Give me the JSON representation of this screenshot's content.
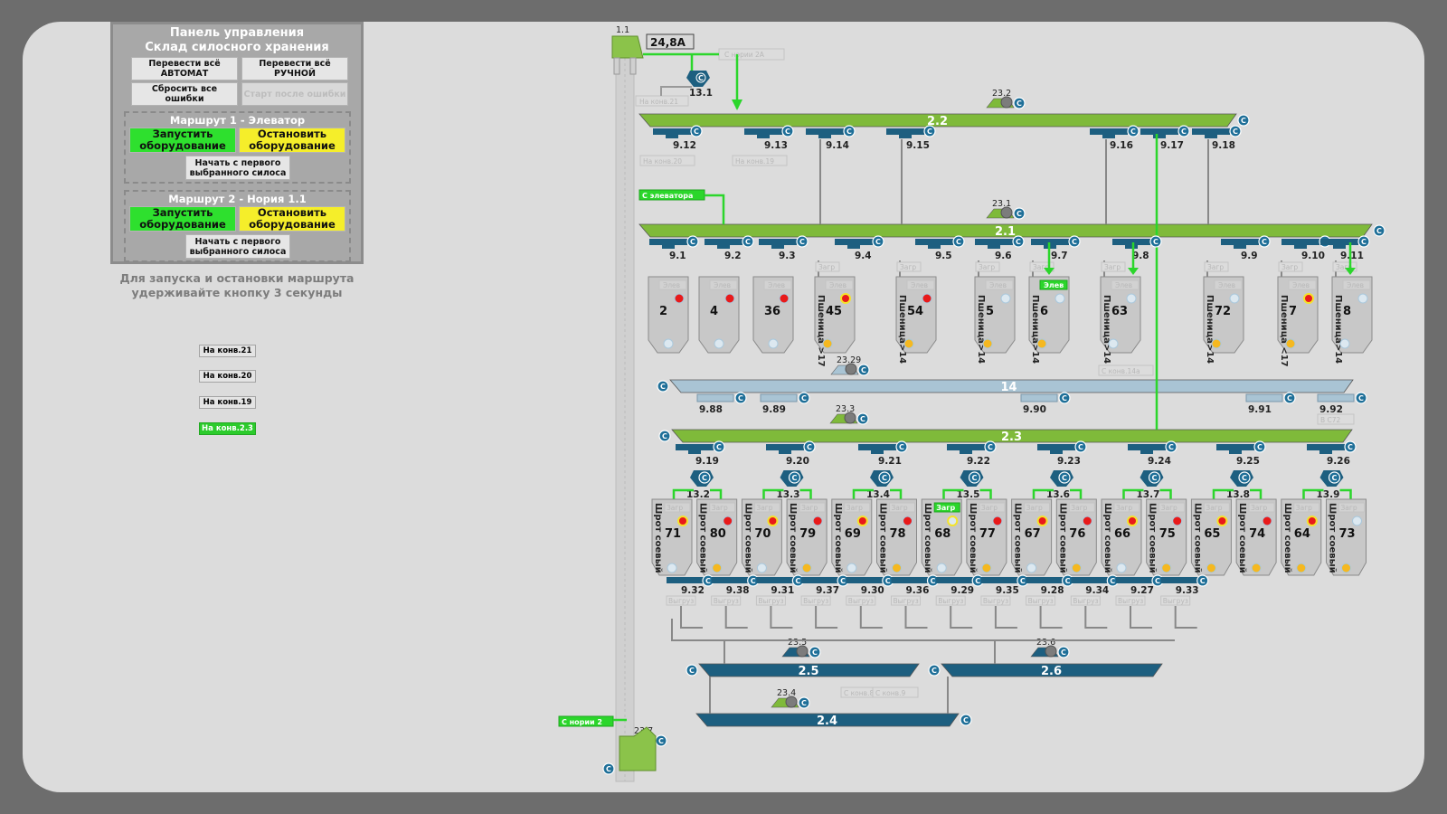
{
  "panel": {
    "title1": "Панель управления",
    "title2": "Склад силосного хранения",
    "btn_auto": "Перевести всё АВТОМАТ",
    "btn_manual": "Перевести всё РУЧНОЙ",
    "btn_reset": "Сбросить все ошибки",
    "btn_restart": "Старт после ошибки",
    "route1": {
      "title": "Маршрут 1 - Элеватор",
      "start": "Запустить оборудование",
      "stop": "Остановить оборудование",
      "first": "Начать с первого выбранного силоса"
    },
    "route2": {
      "title": "Маршрут 2 - Нория 1.1",
      "start": "Запустить оборудование",
      "stop": "Остановить оборудование",
      "first": "Начать с первого выбранного силоса"
    },
    "hint": "Для запуска и остановки маршрута удерживайте кнопку 3 секунды"
  },
  "side_buttons": [
    "На конв.21",
    "На конв.20",
    "На конв.19",
    "На конв.2.3"
  ],
  "noria": {
    "id": "1.1",
    "current": "24,8A",
    "from_noria": "С нории 2А",
    "to_conv21": "На конв.21"
  },
  "conveyors": {
    "c22": "2.2",
    "c21": "2.1",
    "c14": "14",
    "c23": "2.3",
    "c25": "2.5",
    "c26": "2.6",
    "c24": "2.4"
  },
  "tags": {
    "na_konv20": "На конв.20",
    "na_konv19": "На конв.19",
    "s_elevatora": "С элеватора",
    "s_konv14a": "С конв.14а",
    "v_s72": "В С72",
    "s_konv8": "С конв.8",
    "s_konv9": "С конв.9",
    "s_norii2": "С нории 2",
    "zagr": "Загр",
    "elev": "Элев",
    "vygruz": "Выгруз"
  },
  "devices": {
    "d23_2": "23.2",
    "d23_1": "23.1",
    "d23_29": "23.29",
    "d23_3": "23.3",
    "d23_5": "23.5",
    "d23_6": "23.6",
    "d23_4": "23.4",
    "d23_7": "23.7",
    "d13_1": "13.1",
    "row22": [
      "9.12",
      "9.13",
      "9.14",
      "9.15",
      "9.16",
      "9.17",
      "9.18"
    ],
    "row21": [
      "9.1",
      "9.2",
      "9.3",
      "9.4",
      "9.5",
      "9.6",
      "9.7",
      "9.8",
      "9.9",
      "9.10",
      "9.11"
    ],
    "row14": [
      "9.88",
      "9.89",
      "9.90",
      "9.91",
      "9.92"
    ],
    "row23": [
      "9.19",
      "9.20",
      "9.21",
      "9.22",
      "9.23",
      "9.24",
      "9.25",
      "9.26"
    ],
    "cyc": [
      "13.2",
      "13.3",
      "13.4",
      "13.5",
      "13.6",
      "13.7",
      "13.8",
      "13.9"
    ],
    "bottom": [
      "9.32",
      "9.38",
      "9.31",
      "9.37",
      "9.30",
      "9.36",
      "9.29",
      "9.35",
      "9.28",
      "9.34",
      "9.27",
      "9.33"
    ]
  },
  "upper_silos": [
    {
      "num": "2",
      "grain": ""
    },
    {
      "num": "4",
      "grain": ""
    },
    {
      "num": "36",
      "grain": ""
    },
    {
      "num": "45",
      "grain": "Пшеница >17"
    },
    {
      "num": "54",
      "grain": "Пшеница>14"
    },
    {
      "num": "5",
      "grain": "Пшеница>14"
    },
    {
      "num": "6",
      "grain": "Пшеница>14"
    },
    {
      "num": "63",
      "grain": "Пшеница>14"
    },
    {
      "num": "72",
      "grain": "Пшеница>14"
    },
    {
      "num": "7",
      "grain": "Пшеница <17"
    },
    {
      "num": "8",
      "grain": "Пшеница>14"
    }
  ],
  "lower_silos": [
    {
      "num": "71",
      "grain": "Шрот соевый"
    },
    {
      "num": "80",
      "grain": "Шрот соевый"
    },
    {
      "num": "70",
      "grain": "Шрот соевый"
    },
    {
      "num": "79",
      "grain": "Шрот соевый"
    },
    {
      "num": "69",
      "grain": "Шрот соевый"
    },
    {
      "num": "78",
      "grain": "Шрот соевый"
    },
    {
      "num": "68",
      "grain": "Шрот соевый"
    },
    {
      "num": "77",
      "grain": "Шрот соевый"
    },
    {
      "num": "67",
      "grain": "Шрот соевый"
    },
    {
      "num": "76",
      "grain": "Шрот соевый"
    },
    {
      "num": "66",
      "grain": "Шрот соевый"
    },
    {
      "num": "75",
      "grain": "Шрот соевый"
    },
    {
      "num": "65",
      "grain": "Шрот соевый"
    },
    {
      "num": "74",
      "grain": "Шрот соевый"
    },
    {
      "num": "64",
      "grain": "Шрот соевый"
    },
    {
      "num": "73",
      "grain": "Шрот соевый"
    }
  ],
  "icons": {
    "c_badge": "C",
    "p_badge": "P",
    "k_badge": "K"
  },
  "colors": {
    "active": "#2bd62b",
    "conveyor_green": "#7fba3a",
    "valve_blue": "#1d5f80",
    "alarm": "#e81a1a",
    "level_ok": "#f5b820"
  }
}
